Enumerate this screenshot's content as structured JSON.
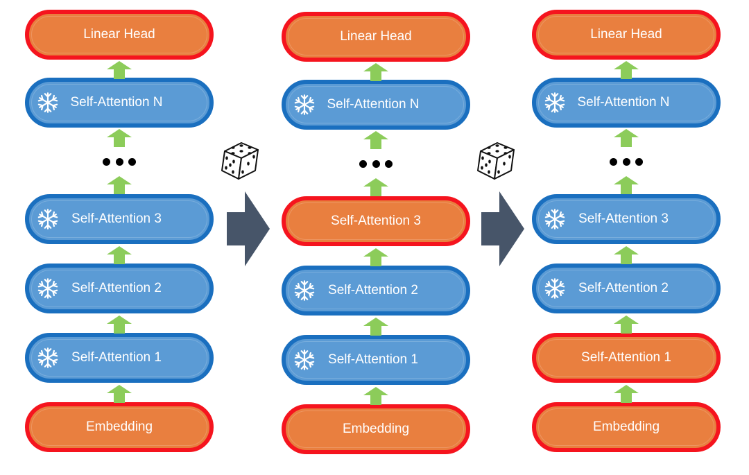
{
  "colors": {
    "frozen_fill": "#5b9bd5",
    "frozen_border": "#1a6fbf",
    "trainable_fill": "#e97f3f",
    "trainable_border": "#f5141e",
    "flow_arrow": "#8ccc5a",
    "transition_arrow": "#475569"
  },
  "columns": [
    {
      "layers": [
        {
          "label": "Linear Head",
          "state": "trainable"
        },
        {
          "label": "Self-Attention N",
          "state": "frozen"
        },
        {
          "label": "...",
          "state": "ellipsis"
        },
        {
          "label": "Self-Attention 3",
          "state": "frozen"
        },
        {
          "label": "Self-Attention 2",
          "state": "frozen"
        },
        {
          "label": "Self-Attention 1",
          "state": "frozen"
        },
        {
          "label": "Embedding",
          "state": "trainable"
        }
      ]
    },
    {
      "layers": [
        {
          "label": "Linear Head",
          "state": "trainable"
        },
        {
          "label": "Self-Attention N",
          "state": "frozen"
        },
        {
          "label": "...",
          "state": "ellipsis"
        },
        {
          "label": "Self-Attention 3",
          "state": "trainable"
        },
        {
          "label": "Self-Attention 2",
          "state": "frozen"
        },
        {
          "label": "Self-Attention 1",
          "state": "frozen"
        },
        {
          "label": "Embedding",
          "state": "trainable"
        }
      ]
    },
    {
      "layers": [
        {
          "label": "Linear Head",
          "state": "trainable"
        },
        {
          "label": "Self-Attention N",
          "state": "frozen"
        },
        {
          "label": "...",
          "state": "ellipsis"
        },
        {
          "label": "Self-Attention 3",
          "state": "frozen"
        },
        {
          "label": "Self-Attention 2",
          "state": "frozen"
        },
        {
          "label": "Self-Attention 1",
          "state": "trainable"
        },
        {
          "label": "Embedding",
          "state": "trainable"
        }
      ]
    }
  ],
  "transitions": [
    {
      "icon": "dice-icon",
      "arrow": "right-arrow-icon"
    },
    {
      "icon": "dice-icon",
      "arrow": "right-arrow-icon"
    }
  ],
  "icons": {
    "frozen": "snowflake-icon",
    "flow": "up-arrow-icon",
    "random": "dice-icon"
  }
}
